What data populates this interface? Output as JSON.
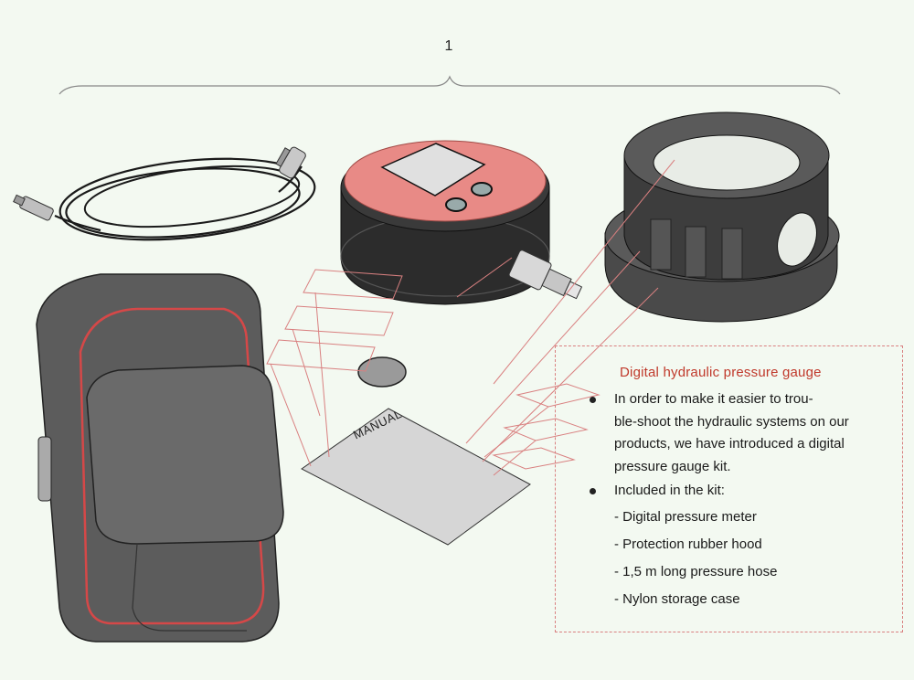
{
  "reference_number": "1",
  "manual_label": "MANUAL",
  "info_box": {
    "title": "Digital hydraulic pressure gauge",
    "bullets": [
      {
        "lines": [
          "In order to make it easier to trou-",
          "ble-shoot the hydraulic systems on our",
          "products, we have introduced a digital",
          "pressure gauge kit."
        ]
      },
      {
        "lines": [
          "Included in the kit:"
        ]
      }
    ],
    "kit_items": [
      "- Digital pressure meter",
      "- Protection rubber hood",
      "- 1,5 m long pressure hose",
      "- Nylon storage case"
    ]
  },
  "colors": {
    "background": "#f3f9f1",
    "gauge_face": "#e88a86",
    "accent_red": "#c0392b",
    "body_dark": "#2c2c2c"
  }
}
